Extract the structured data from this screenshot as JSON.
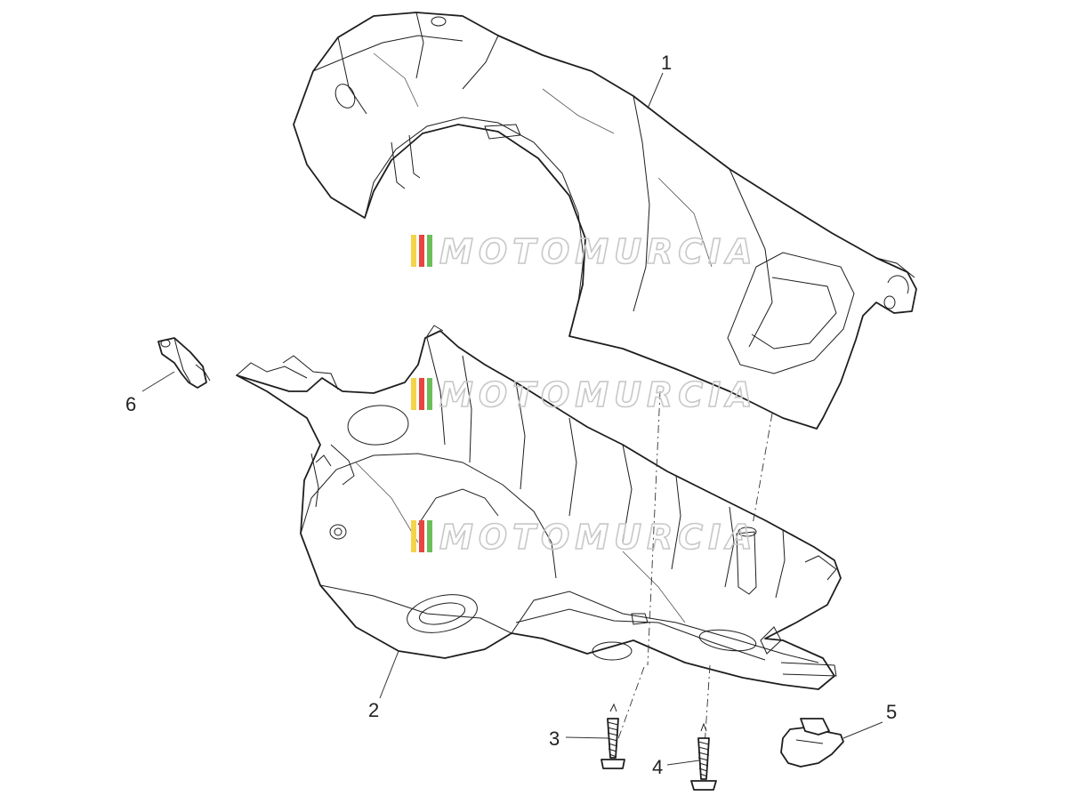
{
  "watermark": {
    "text": "MOTOMURCIA",
    "stripe_colors": [
      "#f3d44a",
      "#e7463e",
      "#6abf5b"
    ],
    "text_color": "#c8c8c8"
  },
  "callouts": [
    {
      "id": "1",
      "label": "1"
    },
    {
      "id": "2",
      "label": "2"
    },
    {
      "id": "3",
      "label": "3"
    },
    {
      "id": "4",
      "label": "4"
    },
    {
      "id": "5",
      "label": "5"
    },
    {
      "id": "6",
      "label": "6"
    }
  ]
}
